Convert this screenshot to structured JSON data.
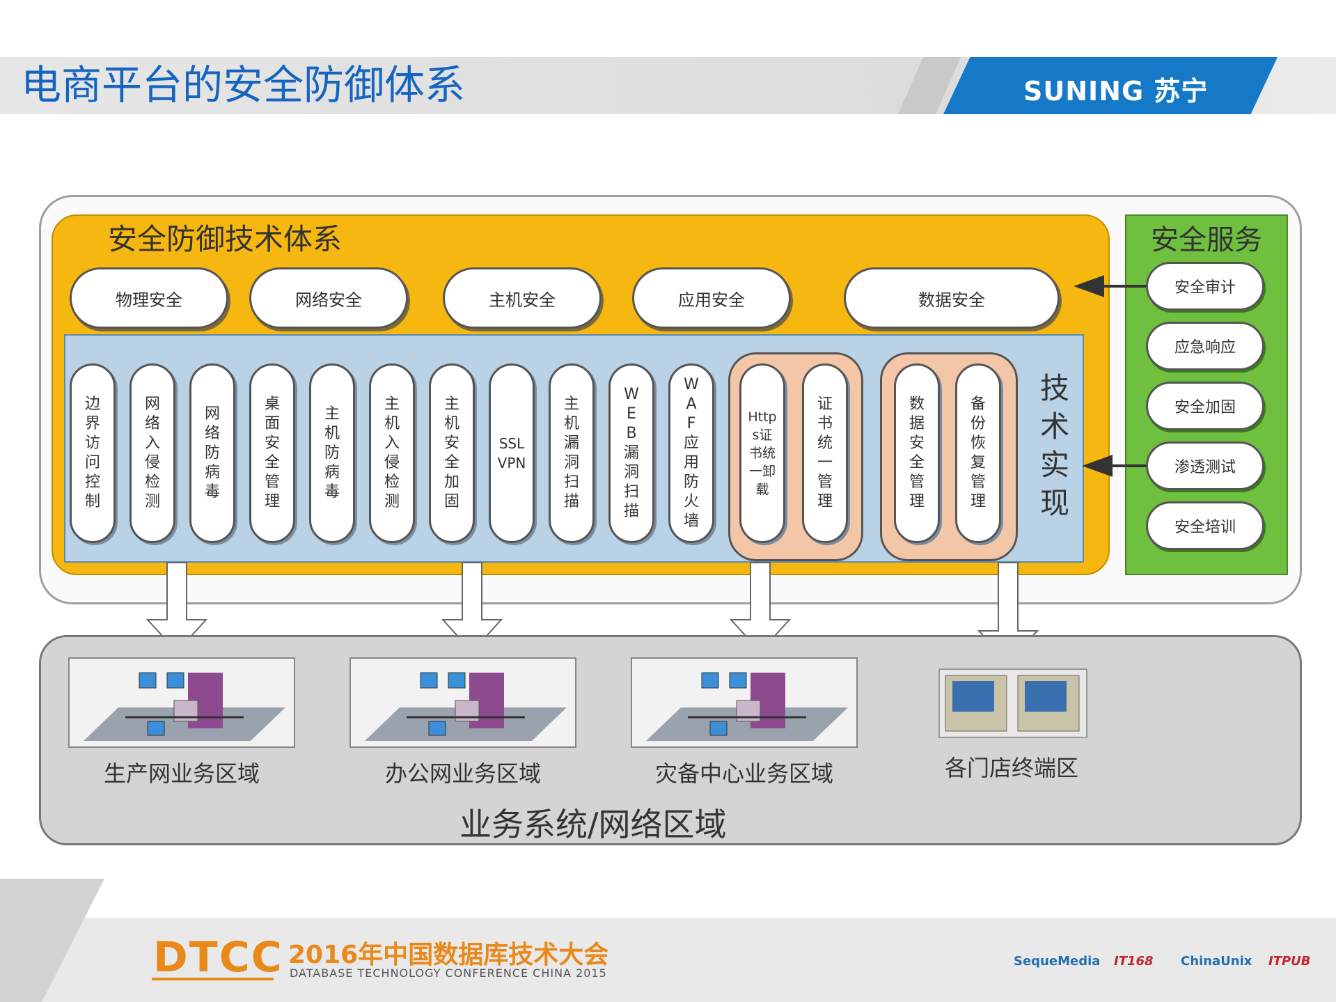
{
  "header": {
    "title": "电商平台的安全防御体系",
    "brand": "SUNING 苏宁"
  },
  "defense_system": {
    "title": "安全防御技术体系",
    "layers": [
      "物理安全",
      "网络安全",
      "主机安全",
      "应用安全",
      "数据安全"
    ],
    "tech_label": "技术实现",
    "techniques": [
      "边界访问控制",
      "网络入侵检测",
      "网络防病毒",
      "桌面安全管理",
      "主机防病毒",
      "主机入侵检测",
      "主机安全加固",
      "SSL VPN",
      "主机漏洞扫描",
      "WEB漏洞扫描",
      "WAF应用防火墙",
      "Https证书统一卸载",
      "证书统一管理",
      "数据安全管理",
      "备份恢复管理"
    ]
  },
  "security_services": {
    "title": "安全服务",
    "items": [
      "安全审计",
      "应急响应",
      "安全加固",
      "渗透测试",
      "安全培训"
    ]
  },
  "business_area": {
    "title": "业务系统/网络区域",
    "zones": [
      "生产网业务区域",
      "办公网业务区域",
      "灾备中心业务区域",
      "各门店终端区"
    ]
  },
  "footer": {
    "logo": "DTCC",
    "conference": "2016年中国数据库技术大会",
    "conference_en": "DATABASE TECHNOLOGY CONFERENCE CHINA 2015",
    "sponsors": [
      "SequeMedia",
      "IT168",
      "ChinaUnix",
      "ITPUB"
    ]
  },
  "colors": {
    "title_blue": "#1565c0",
    "orange": "#f7b711",
    "blue_panel": "#b9d2e6",
    "green": "#70c040",
    "accent_footer": "#e8891a"
  }
}
